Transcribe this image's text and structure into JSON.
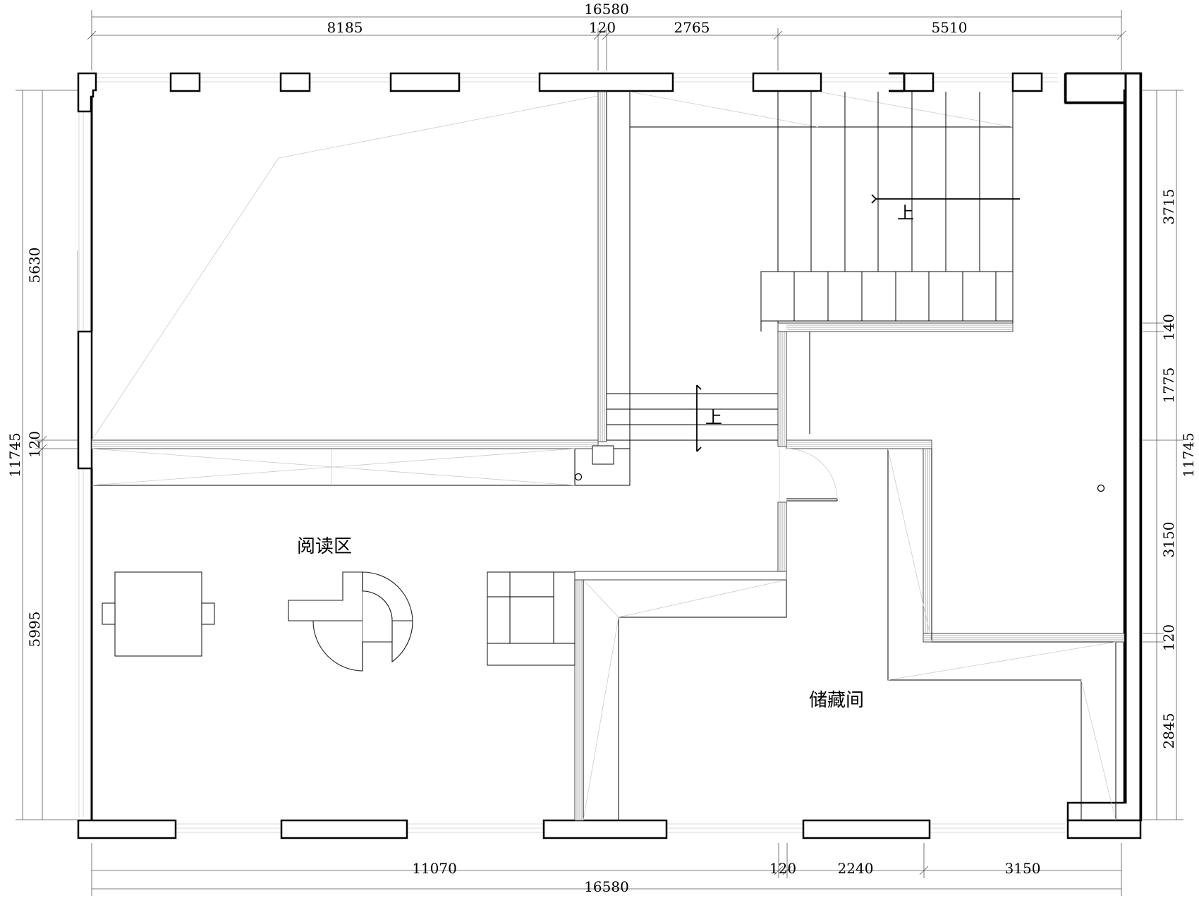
{
  "dimensions": {
    "top_total": "16580",
    "top_1": "8185",
    "top_2": "120",
    "top_3": "2765",
    "top_4": "5510",
    "bottom_total": "16580",
    "bottom_1": "11070",
    "bottom_2": "120",
    "bottom_3": "2240",
    "bottom_4": "3150",
    "left_total": "11745",
    "left_1": "5630",
    "left_2": "120",
    "left_3": "5995",
    "right_total": "11745",
    "right_1": "3715",
    "right_2": "140",
    "right_3": "1775",
    "right_4": "3150",
    "right_5": "120",
    "right_6": "2845"
  },
  "rooms": {
    "reading": "阅读区",
    "storage": "储藏间"
  },
  "stairs": {
    "up_main": "上",
    "up_small": "上"
  },
  "colors": {
    "line": "#000000",
    "dimension": "#555555",
    "background": "#ffffff"
  }
}
